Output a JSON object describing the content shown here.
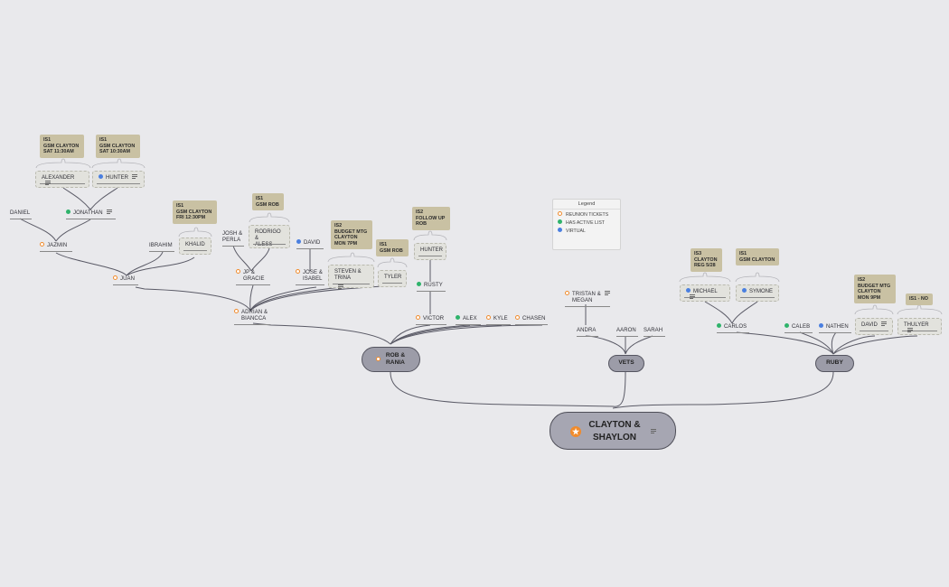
{
  "root": {
    "label_line1": "CLAYTON &",
    "label_line2": "SHAYLON",
    "icon": "star-icon"
  },
  "branches": {
    "rob": {
      "line1": "ROB &",
      "line2": "RANIA"
    },
    "vets": {
      "label": "VETS"
    },
    "ruby": {
      "label": "RUBY"
    }
  },
  "legend": {
    "title": "Legend",
    "items": [
      {
        "label": "REUNION TICKETS",
        "color": "#f08b2c"
      },
      {
        "label": "HAS ACTIVE LIST",
        "color": "#2fb36b"
      },
      {
        "label": "VIRTUAL",
        "color": "#4a7fe0"
      }
    ]
  },
  "nodes": {
    "adrian": {
      "line1": "ADRIAN &",
      "line2": "BIANCCA"
    },
    "juan": "JUAN",
    "jazmin": "JAZMIN",
    "daniel": "DANIEL",
    "jonathan": "JONATHAN",
    "alexander": "ALEXANDER",
    "hunter1": "HUNTER",
    "ibrahim": "IBRAHIM",
    "khalid": "KHALID",
    "jp": {
      "line1": "JP &",
      "line2": "GRACIE"
    },
    "josh": {
      "line1": "JOSH &",
      "line2": "PERLA"
    },
    "rodrigo": {
      "line1": "RODRIGO &",
      "line2": "ALESS"
    },
    "jose": {
      "line1": "JOSE &",
      "line2": "ISABEL"
    },
    "david1": "DAVID",
    "steven": {
      "line1": "STEVEN &",
      "line2": "TRINA"
    },
    "tyler": "TYLER",
    "victor": "VICTOR",
    "rusty": "RUSTY",
    "hunter2": "HUNTER",
    "alex": "ALEX",
    "kyle": "KYLE",
    "chasen": "CHASEN",
    "tristan": {
      "line1": "TRISTAN &",
      "line2": "MEGAN"
    },
    "andra": "ANDRA",
    "aaron": "AARON",
    "sarah": "SARAH",
    "carlos": "CARLOS",
    "michael": "MICHAEL",
    "symone": "SYMONE",
    "caleb": "CALEB",
    "nathen": "NATHEN",
    "david2": "DAVID",
    "thulyer": "THULYER"
  },
  "tags": {
    "alexander": [
      "IS1",
      "GSM CLAYTON",
      "SAT 11:30AM"
    ],
    "hunter1": [
      "IS1",
      "GSM CLAYTON",
      "SAT 10:30AM"
    ],
    "khalid": [
      "IS1",
      "GSM CLAYTON",
      "FRI 12:30PM"
    ],
    "rodrigo": [
      "IS1",
      "GSM ROB"
    ],
    "steven": [
      "IS2",
      "BUDGET MTG",
      "CLAYTON",
      "MON 7PM"
    ],
    "tyler": [
      "IS1",
      "GSM ROB"
    ],
    "hunter2": [
      "IS2",
      "FOLLOW UP",
      "ROB"
    ],
    "michael": [
      "IS3",
      "CLAYTON",
      "REG 5/28"
    ],
    "symone": [
      "IS1",
      "GSM CLAYTON"
    ],
    "david2": [
      "IS2",
      "BUDGET MTG",
      "CLAYTON",
      "MON 9PM"
    ],
    "thulyer": [
      "IS1 - NO"
    ]
  }
}
